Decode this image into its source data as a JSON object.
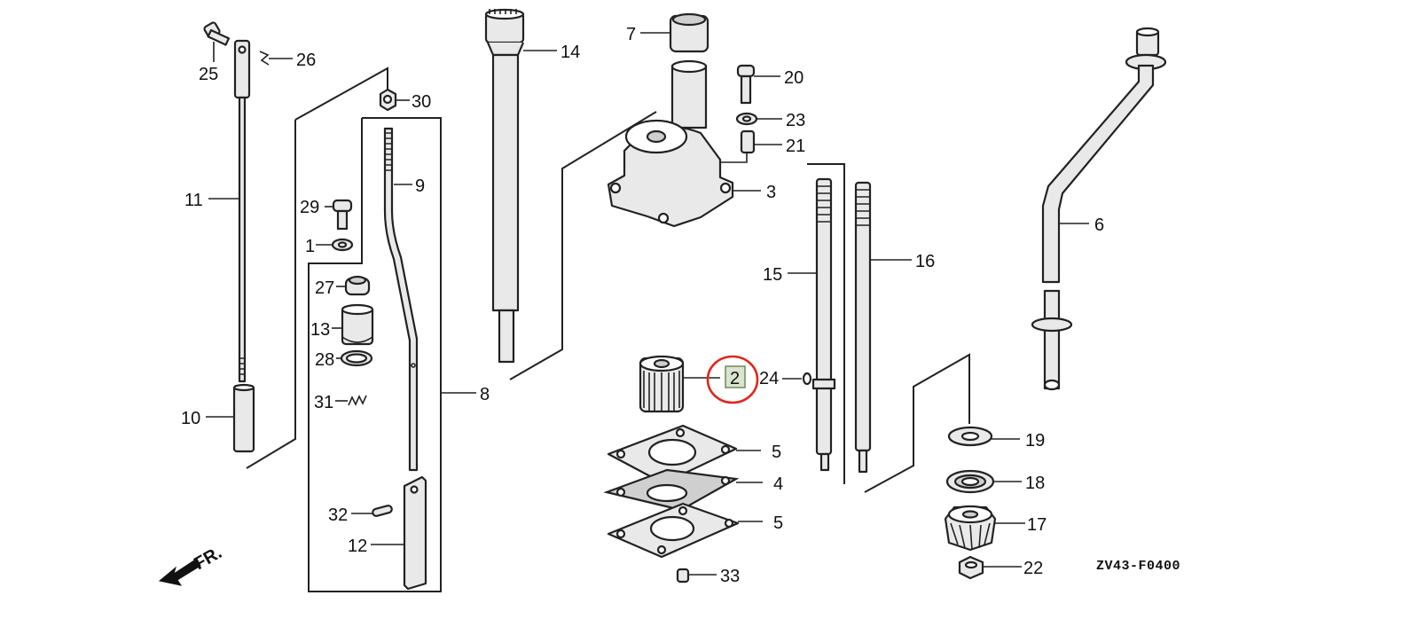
{
  "callouts": {
    "c1": "1",
    "c2": "2",
    "c3": "3",
    "c4": "4",
    "c5a": "5",
    "c5b": "5",
    "c6": "6",
    "c7": "7",
    "c8": "8",
    "c9": "9",
    "c10": "10",
    "c11": "11",
    "c12": "12",
    "c13": "13",
    "c14": "14",
    "c15": "15",
    "c16": "16",
    "c17": "17",
    "c18": "18",
    "c19": "19",
    "c20": "20",
    "c21": "21",
    "c22": "22",
    "c23": "23",
    "c24": "24",
    "c25": "25",
    "c26": "26",
    "c27": "27",
    "c28": "28",
    "c29": "29",
    "c30": "30",
    "c31": "31",
    "c32": "32",
    "c33": "33"
  },
  "diagram_code": "ZV43-F0400",
  "direction_label": "FR.",
  "highlight": {
    "part_number": "2",
    "ring_color": "#e0261b",
    "box_color": "#d9e4cf"
  }
}
